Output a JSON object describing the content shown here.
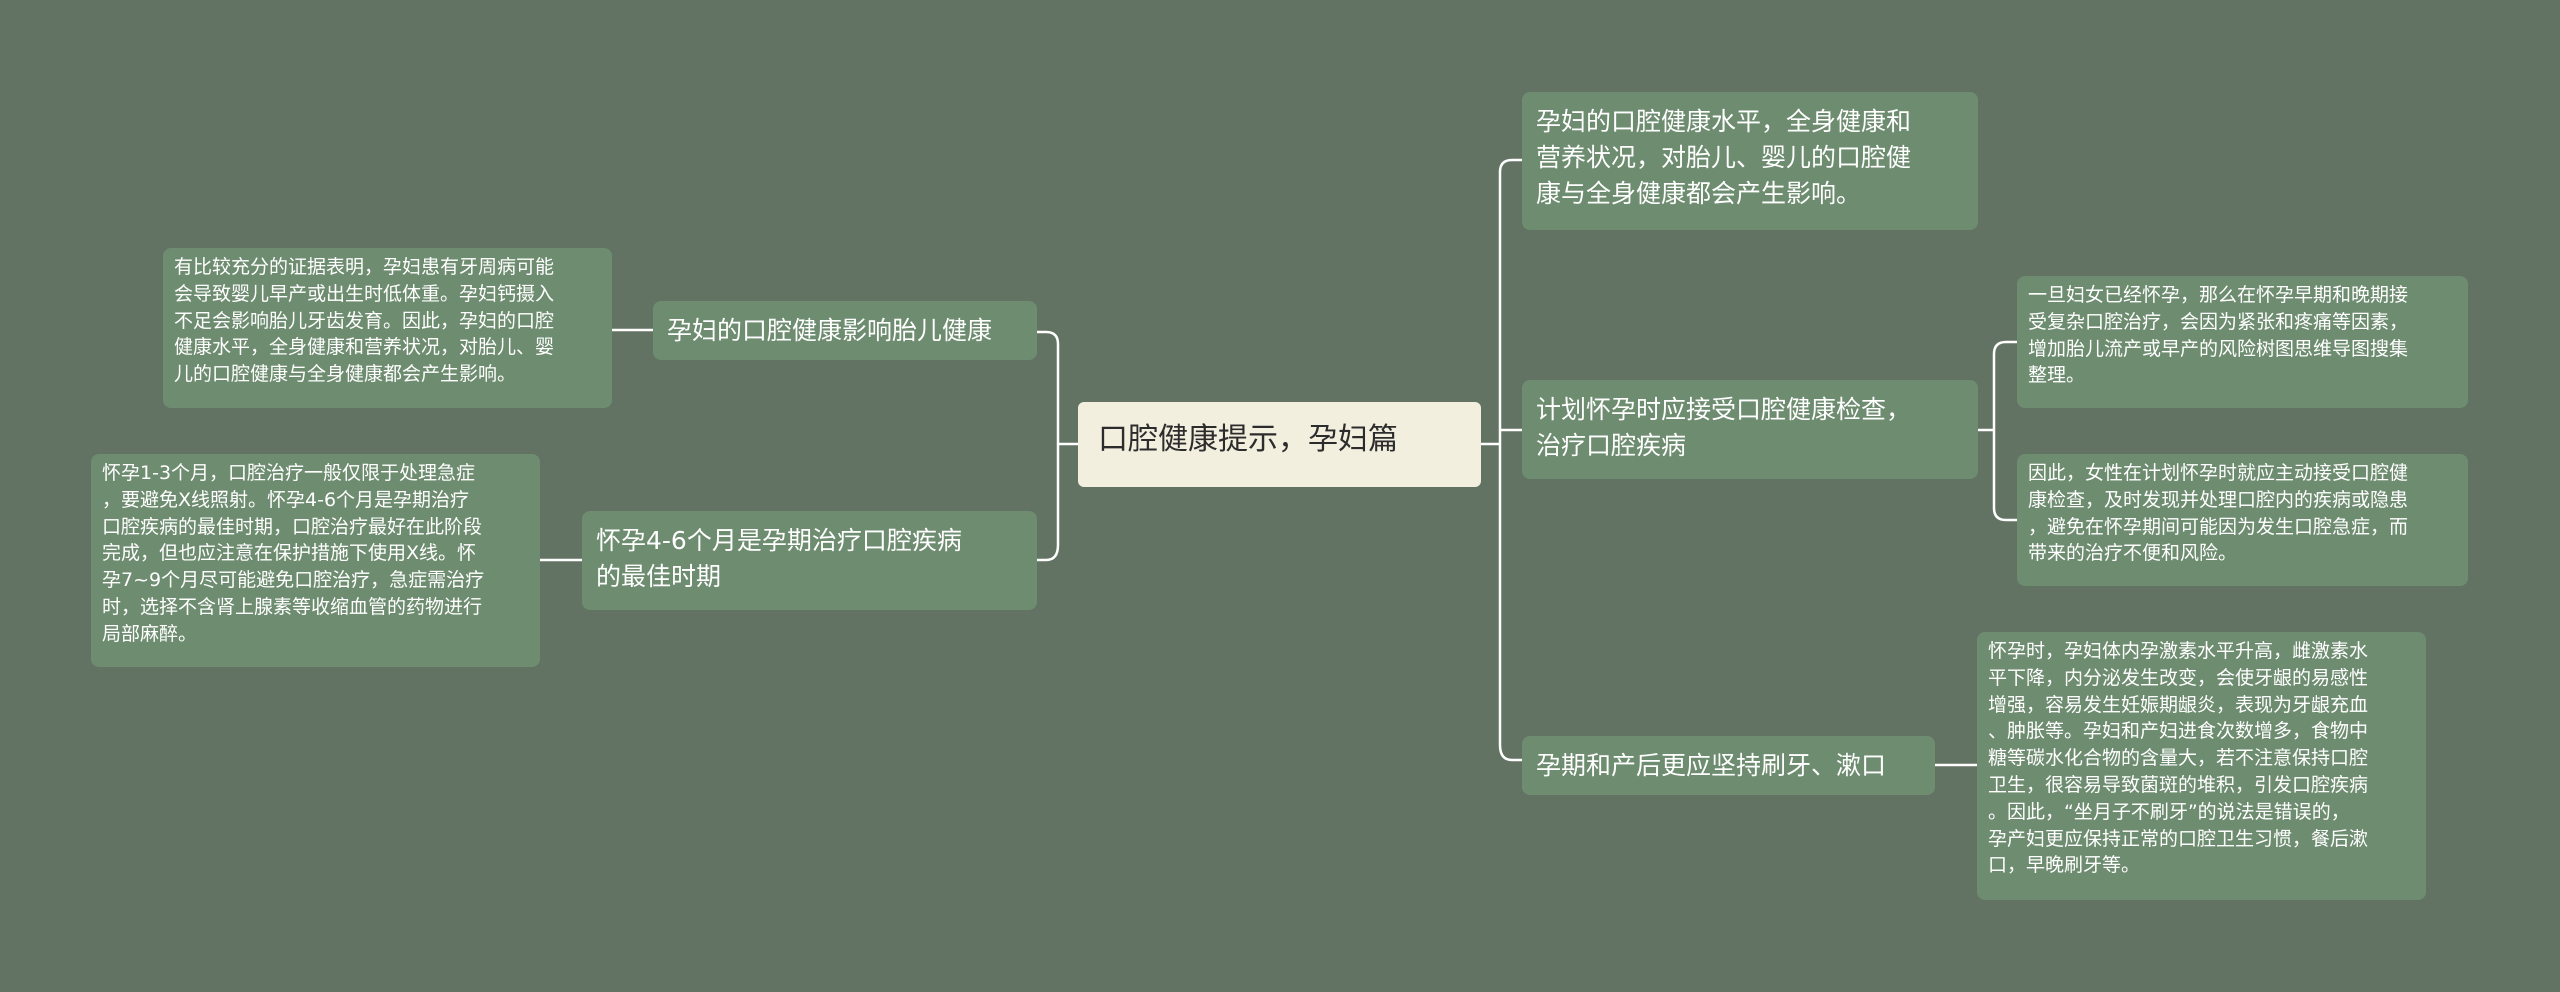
{
  "colors": {
    "background": "#627363",
    "node": "#6e8c70",
    "root": "#f3efdf",
    "line": "#ffffff"
  },
  "root": {
    "label": "口腔健康提示，孕妇篇"
  },
  "left": [
    {
      "label": "孕妇的口腔健康影响胎儿健康",
      "detail": "有比较充分的证据表明，孕妇患有牙周病可能\n会导致婴儿早产或出生时低体重。孕妇钙摄入\n不足会影响胎儿牙齿发育。因此，孕妇的口腔\n健康水平，全身健康和营养状况，对胎儿、婴\n儿的口腔健康与全身健康都会产生影响。"
    },
    {
      "label": "怀孕4-6个月是孕期治疗口腔疾病\n的最佳时期",
      "detail": "怀孕1-3个月，口腔治疗一般仅限于处理急症\n，要避免X线照射。怀孕4-6个月是孕期治疗\n口腔疾病的最佳时期，口腔治疗最好在此阶段\n完成，但也应注意在保护措施下使用X线。怀\n孕7~9个月尽可能避免口腔治疗，急症需治疗\n时，选择不含肾上腺素等收缩血管的药物进行\n局部麻醉。"
    }
  ],
  "right": [
    {
      "label": "孕妇的口腔健康水平，全身健康和\n营养状况，对胎儿、婴儿的口腔健\n康与全身健康都会产生影响。"
    },
    {
      "label": "计划怀孕时应接受口腔健康检查，\n治疗口腔疾病",
      "details": [
        "一旦妇女已经怀孕，那么在怀孕早期和晚期接\n受复杂口腔治疗，会因为紧张和疼痛等因素，\n增加胎儿流产或早产的风险树图思维导图搜集\n整理。",
        "因此，女性在计划怀孕时就应主动接受口腔健\n康检查，及时发现并处理口腔内的疾病或隐患\n，避免在怀孕期间可能因为发生口腔急症，而\n带来的治疗不便和风险。"
      ]
    },
    {
      "label": "孕期和产后更应坚持刷牙、漱口",
      "detail": "怀孕时，孕妇体内孕激素水平升高，雌激素水\n平下降，内分泌发生改变，会使牙龈的易感性\n增强，容易发生妊娠期龈炎，表现为牙龈充血\n、肿胀等。孕妇和产妇进食次数增多，食物中\n糖等碳水化合物的含量大，若不注意保持口腔\n卫生，很容易导致菌斑的堆积，引发口腔疾病\n。因此，“坐月子不刷牙”的说法是错误的，\n孕产妇更应保持正常的口腔卫生习惯，餐后漱\n口，早晚刷牙等。"
    }
  ]
}
